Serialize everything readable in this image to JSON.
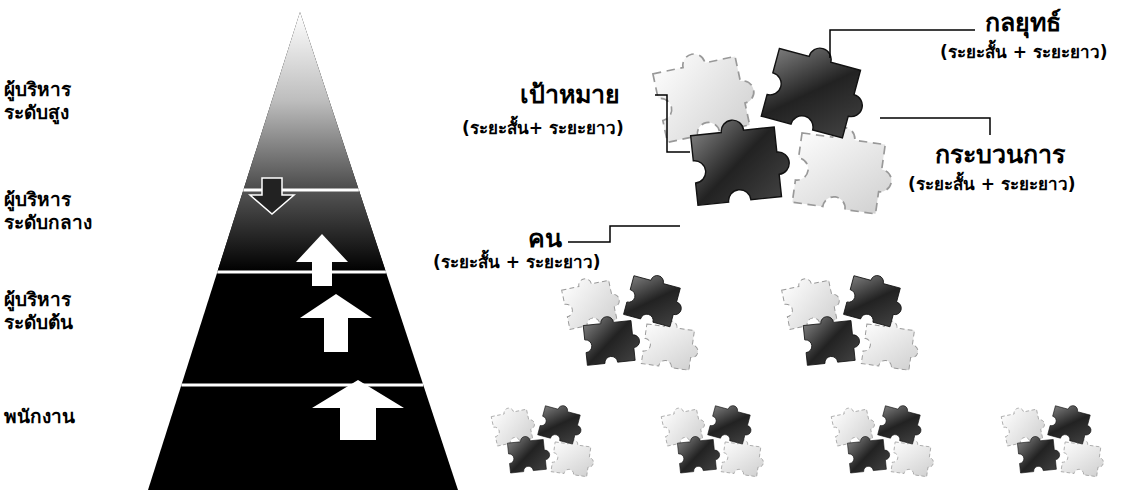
{
  "diagram": {
    "labels": [
      "ผู้บริหาร ระดับสูง",
      "ผู้บริหาร ระดับกลาง",
      "ผู้บริหาร ระดับต้น",
      "พนักงาน",
      "เป้าหมาย",
      "(ระยะสั้น+ ระยะยาว)",
      "กลยุทธ์",
      "(ระยะสั้น + ระยะยาว)",
      "กระบวนการ",
      "(ระยะสั้น + ระยะยาว)",
      "คน",
      "(ระยะสั้น + ระยะยาว)"
    ]
  }
}
